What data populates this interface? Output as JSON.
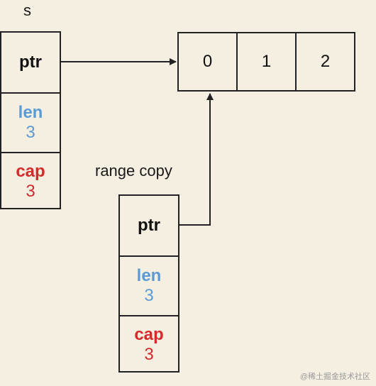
{
  "labels": {
    "s": "s",
    "range_copy": "range copy"
  },
  "struct_s": {
    "ptr": "ptr",
    "len_name": "len",
    "len_value": "3",
    "cap_name": "cap",
    "cap_value": "3"
  },
  "struct_copy": {
    "ptr": "ptr",
    "len_name": "len",
    "len_value": "3",
    "cap_name": "cap",
    "cap_value": "3"
  },
  "array": [
    "0",
    "1",
    "2"
  ],
  "watermark": "@稀土掘金技术社区",
  "colors": {
    "background": "#f5efe2",
    "len": "#5b9bd5",
    "cap": "#d42a2a",
    "line": "#222222"
  }
}
